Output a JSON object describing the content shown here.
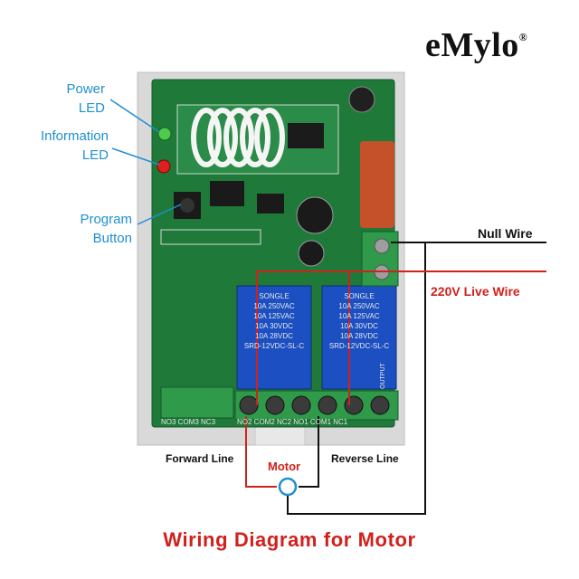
{
  "brand": {
    "name": "eMylo",
    "mark": "®"
  },
  "callouts": {
    "power_led": [
      "Power",
      "LED"
    ],
    "information_led": [
      "Information",
      "LED"
    ],
    "program_button": [
      "Program",
      "Button"
    ]
  },
  "wires": {
    "null_wire": "Null Wire",
    "live_wire": "220V Live Wire",
    "forward_line": "Forward Line",
    "reverse_line": "Reverse Line",
    "motor": "Motor"
  },
  "board_text": {
    "relay_brand": "SONGLE",
    "relay_model": "SRD-12VDC-SL-C",
    "relay_spec_1": "10A 250VAC",
    "relay_spec_2": "10A 125VAC",
    "relay_spec_3": "10A 30VDC",
    "relay_spec_4": "10A 28VDC",
    "terminal_labels_left": "NO3 COM3 NC3",
    "terminal_labels_right": "NO2 COM2 NC2 NO1 COM1 NC1",
    "output": "OUTPUT"
  },
  "title": "Wiring Diagram for Motor",
  "colors": {
    "accent": "#1f8fd0",
    "live": "#d0211c",
    "pcb": "#1f7a3a"
  }
}
